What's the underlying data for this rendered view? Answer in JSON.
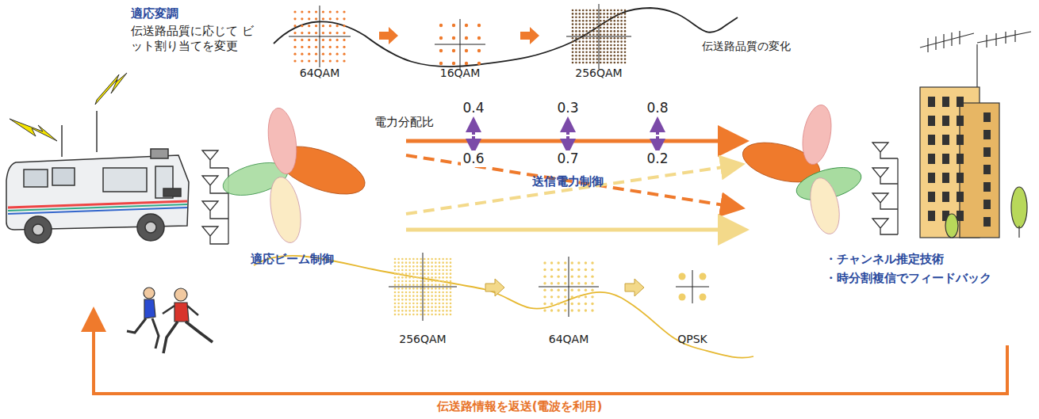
{
  "diagram": {
    "labels": [
      "適応変調",
      "伝送路品質に応じて ビット割り当てを変更",
      "64QAM",
      "16QAM",
      "256QAM",
      "伝送路品質の変化",
      "電力分配比",
      "0.4",
      "0.3",
      "0.8",
      "0.6",
      "0.7",
      "0.2",
      "送信電力制御",
      "適応ビーム制御",
      "256QAM",
      "64QAM",
      "QPSK",
      "・チャンネル推定技術",
      "・時分割複信でフィードバック",
      "伝送路情報を返送(電波を利用)"
    ]
  }
}
